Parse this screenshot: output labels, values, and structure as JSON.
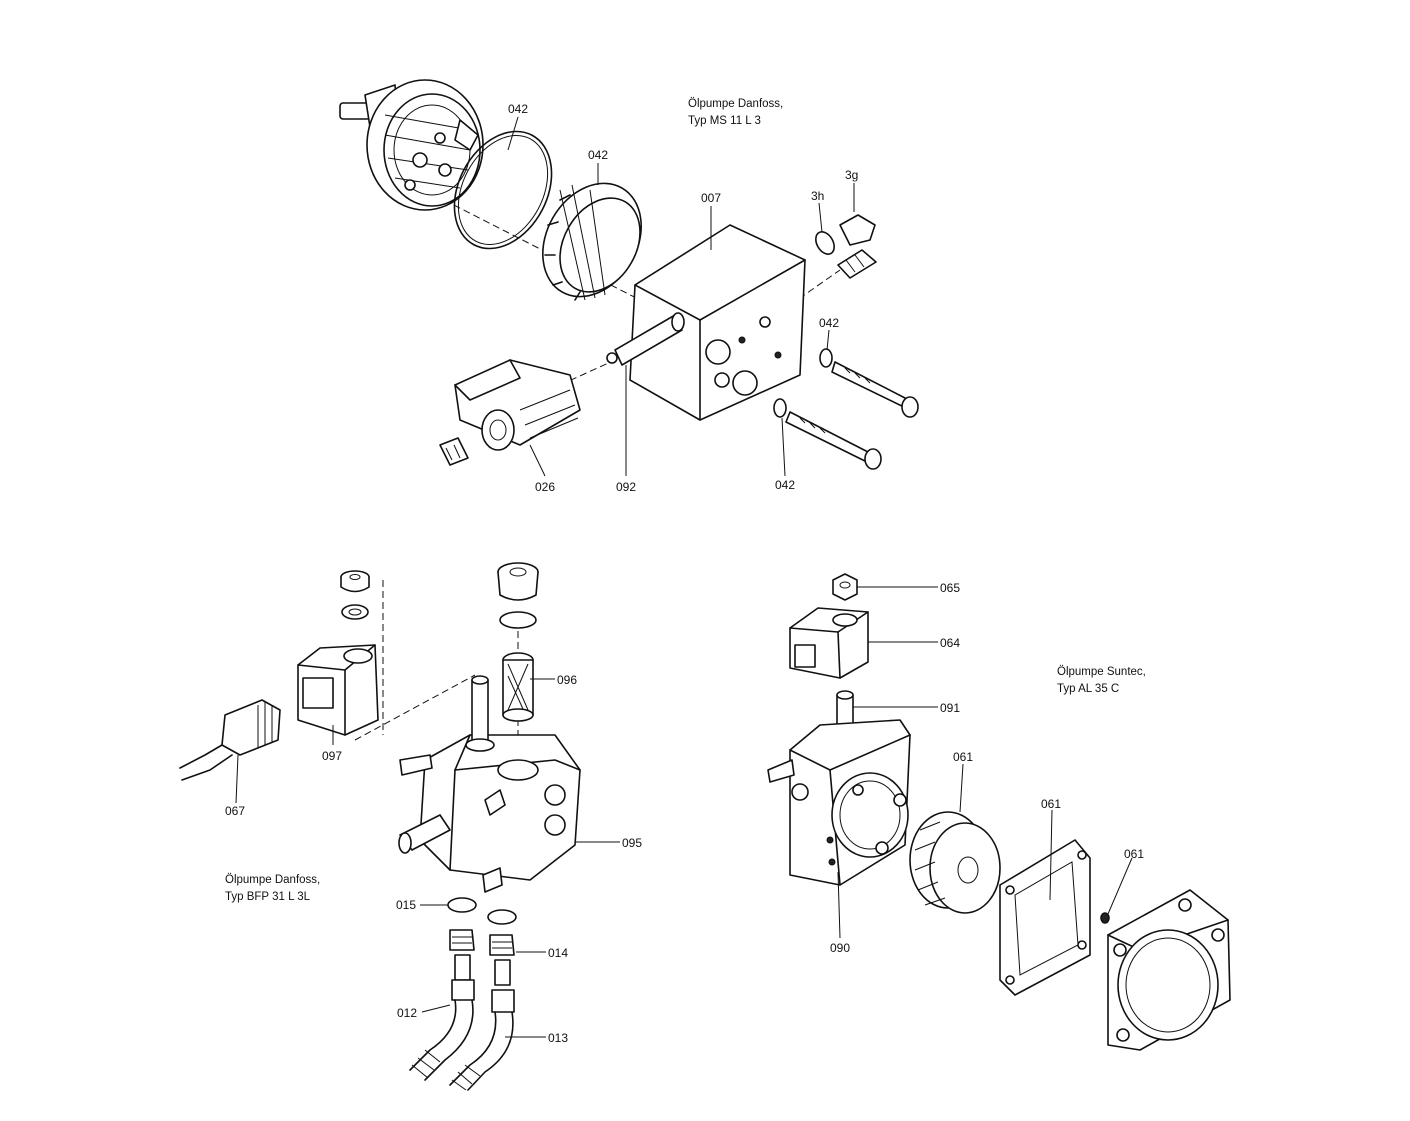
{
  "captions": {
    "top_line1": "Ölpumpe Danfoss,",
    "top_line2": "Typ MS 11 L 3",
    "left_line1": "Ölpumpe Danfoss,",
    "left_line2": "Typ BFP 31 L 3L",
    "right_line1": "Ölpumpe Suntec,",
    "right_line2": "Typ AL 35 C"
  },
  "labels": {
    "t042a": "042",
    "t042b": "042",
    "t007": "007",
    "t3h": "3h",
    "t3g": "3g",
    "t042c": "042",
    "t042d": "042",
    "t026": "026",
    "t092": "092",
    "b096": "096",
    "b097": "097",
    "b067": "067",
    "b095": "095",
    "b015": "015",
    "b014": "014",
    "b012": "012",
    "b013": "013",
    "r065": "065",
    "r064": "064",
    "r091": "091",
    "r061a": "061",
    "r061b": "061",
    "r061c": "061",
    "r090": "090"
  }
}
